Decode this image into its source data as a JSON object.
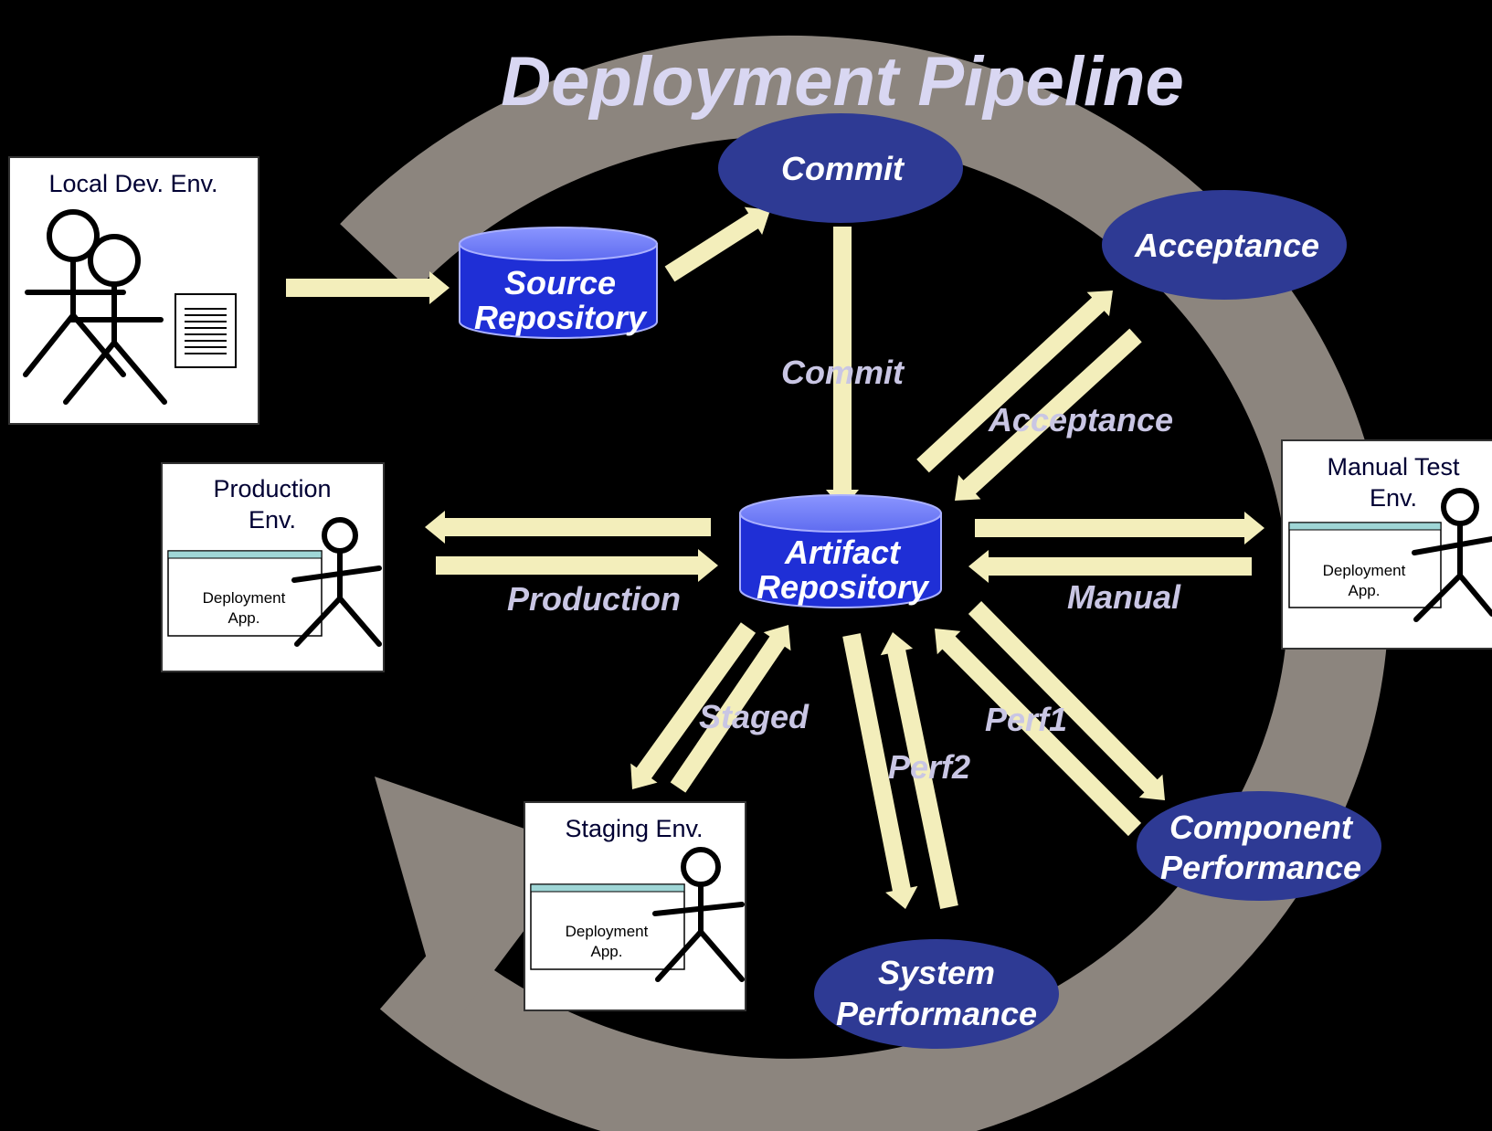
{
  "title": "Deployment Pipeline",
  "stages": {
    "commit": "Commit",
    "acceptance": "Acceptance",
    "component_performance": [
      "Component",
      "Performance"
    ],
    "system_performance": [
      "System",
      "Performance"
    ]
  },
  "repositories": {
    "source": [
      "Source",
      "Repository"
    ],
    "artifact": [
      "Artifact",
      "Repository"
    ]
  },
  "environments": {
    "local_dev": "Local Dev. Env.",
    "production": [
      "Production",
      "Env."
    ],
    "manual_test": [
      "Manual Test",
      "Env."
    ],
    "staging": "Staging Env."
  },
  "deployment_app": [
    "Deployment",
    "App."
  ],
  "flow_labels": {
    "commit": "Commit",
    "acceptance": "Acceptance",
    "production": "Production",
    "manual": "Manual",
    "staged": "Staged",
    "perf1": "Perf1",
    "perf2": "Perf2"
  },
  "colors": {
    "background": "#000000",
    "cycle_arrow": "#8c857e",
    "flow_arrow": "#f3eebb",
    "stage_ellipse": "#2e3a94",
    "repository": "#1f2fd6"
  }
}
